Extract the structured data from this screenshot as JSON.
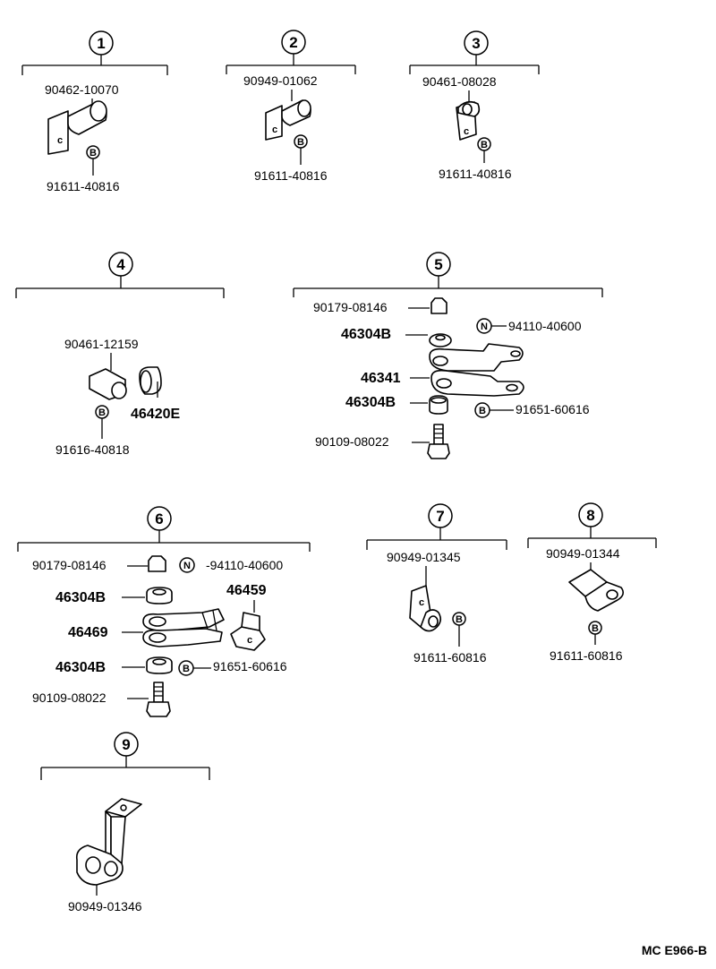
{
  "groups": {
    "g1": {
      "num": "1",
      "parts": [
        "90462-10070",
        "91611-40816"
      ],
      "marks": [
        "B"
      ]
    },
    "g2": {
      "num": "2",
      "parts": [
        "90949-01062",
        "91611-40816"
      ],
      "marks": [
        "B"
      ]
    },
    "g3": {
      "num": "3",
      "parts": [
        "90461-08028",
        "91611-40816"
      ],
      "marks": [
        "B"
      ]
    },
    "g4": {
      "num": "4",
      "parts": [
        "90461-12159",
        "46420E",
        "91616-40818"
      ],
      "marks": [
        "B"
      ]
    },
    "g5": {
      "num": "5",
      "parts": [
        "90179-08146",
        "94110-40600",
        "46304B",
        "46341",
        "46304B",
        "91651-60616",
        "90109-08022"
      ],
      "marks": [
        "N",
        "B"
      ]
    },
    "g6": {
      "num": "6",
      "parts": [
        "90179-08146",
        "-94110-40600",
        "46304B",
        "46459",
        "46469",
        "46304B",
        "91651-60616",
        "90109-08022"
      ],
      "marks": [
        "N",
        "B"
      ]
    },
    "g7": {
      "num": "7",
      "parts": [
        "90949-01345",
        "91611-60816"
      ],
      "marks": [
        "B"
      ]
    },
    "g8": {
      "num": "8",
      "parts": [
        "90949-01344",
        "91611-60816"
      ],
      "marks": [
        "B"
      ]
    },
    "g9": {
      "num": "9",
      "parts": [
        "90949-01346"
      ],
      "marks": []
    }
  },
  "footer": {
    "code": "MC  E966-B"
  }
}
